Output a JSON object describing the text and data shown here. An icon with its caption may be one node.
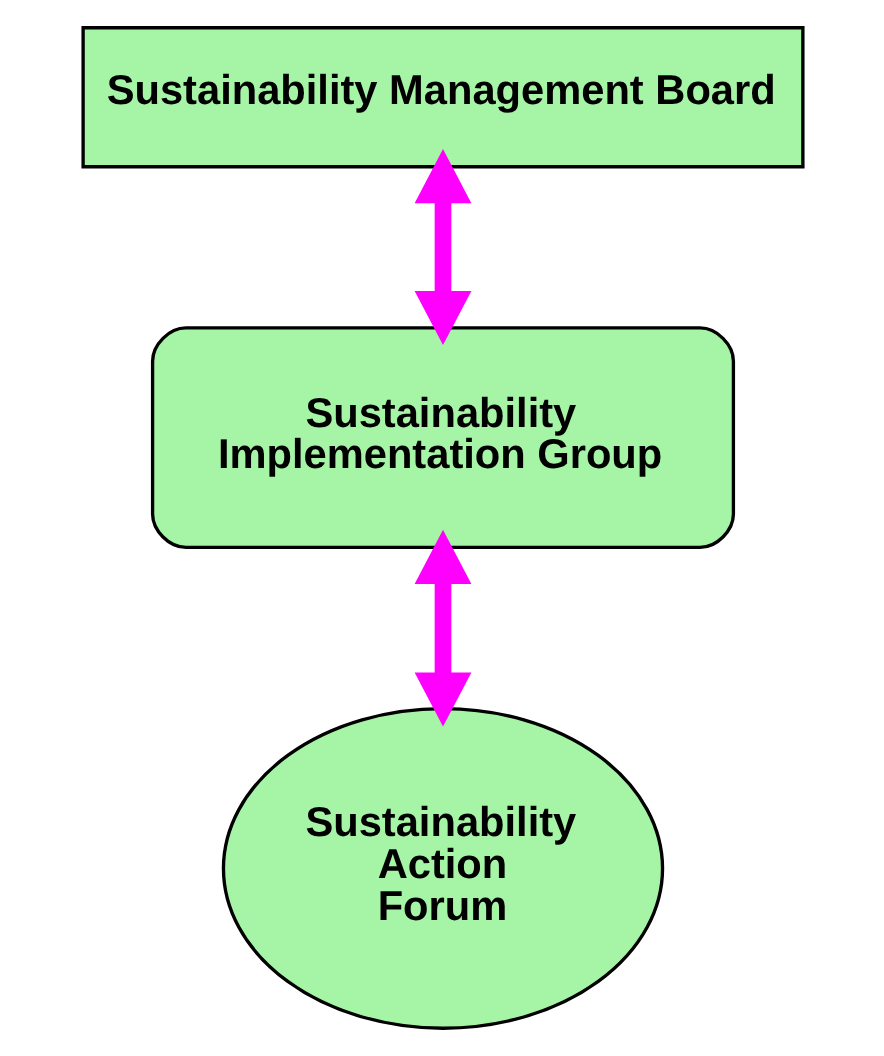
{
  "diagram": {
    "nodes": [
      {
        "text": [
          "Sustainability Management Board"
        ]
      },
      {
        "text": [
          "Sustainability Implementation Group"
        ]
      },
      {
        "text": [
          "Sustainability Action Forum"
        ]
      }
    ],
    "edges": [
      {
        "from": 0,
        "to": 1,
        "arrow": "both"
      },
      {
        "from": 1,
        "to": 2,
        "arrow": "both"
      }
    ]
  }
}
